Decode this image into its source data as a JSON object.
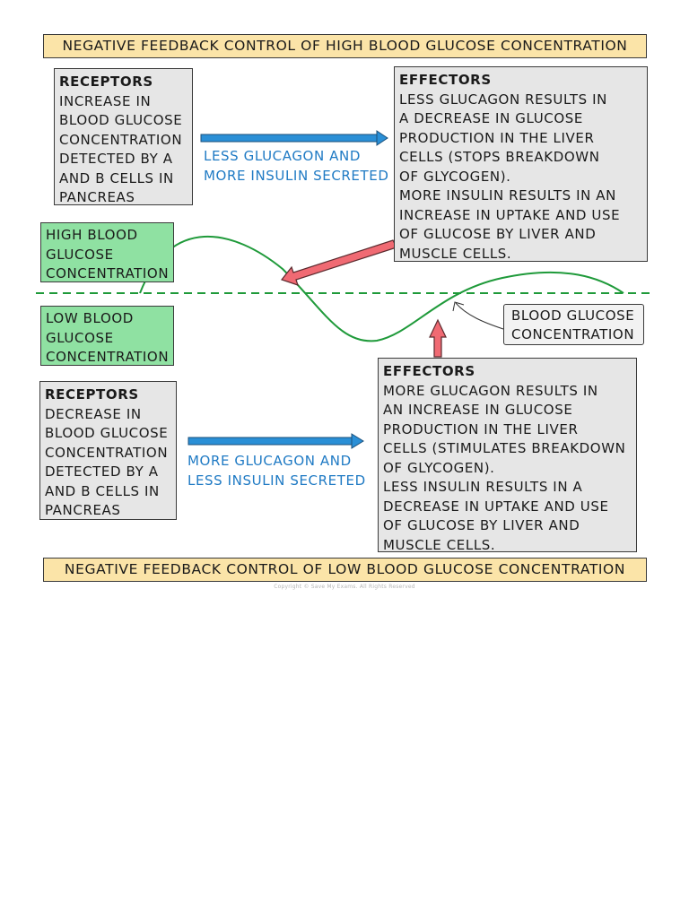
{
  "colors": {
    "banner_fill": "#fbe4a8",
    "box_fill": "#e6e6e6",
    "state_fill": "#8fe1a2",
    "curve": "#1f9a3a",
    "set_point_line": "#1f9a3a",
    "blue_arrow": "#2a8fd6",
    "red_arrow": "#f06a73",
    "label_blue": "#1f7ac4"
  },
  "top_banner": "NEGATIVE FEEDBACK CONTROL OF HIGH BLOOD GLUCOSE CONCENTRATION",
  "bottom_banner": "NEGATIVE FEEDBACK CONTROL OF LOW BLOOD GLUCOSE CONCENTRATION",
  "high": {
    "receptors": {
      "title": "RECEPTORS",
      "lines": [
        "INCREASE IN",
        "BLOOD GLUCOSE",
        "CONCENTRATION",
        "DETECTED BY α",
        "AND β CELLS IN",
        "PANCREAS"
      ]
    },
    "arrow_label": [
      "LESS GLUCAGON AND",
      "MORE INSULIN SECRETED"
    ],
    "effectors": {
      "title": "EFFECTORS",
      "lines": [
        "LESS GLUCAGON RESULTS IN",
        "A DECREASE IN GLUCOSE",
        "PRODUCTION IN THE LIVER",
        "CELLS (STOPS BREAKDOWN",
        "OF GLYCOGEN).",
        "MORE INSULIN RESULTS IN AN",
        "INCREASE IN UPTAKE AND USE",
        "OF GLUCOSE BY LIVER AND",
        "MUSCLE CELLS."
      ]
    },
    "state": [
      "HIGH BLOOD",
      "GLUCOSE",
      "CONCENTRATION"
    ]
  },
  "low": {
    "state": [
      "LOW BLOOD",
      "GLUCOSE",
      "CONCENTRATION"
    ],
    "receptors": {
      "title": "RECEPTORS",
      "lines": [
        "DECREASE IN",
        "BLOOD GLUCOSE",
        "CONCENTRATION",
        "DETECTED BY α",
        "AND β CELLS IN",
        "PANCREAS"
      ]
    },
    "arrow_label": [
      "MORE GLUCAGON AND",
      "LESS INSULIN SECRETED"
    ],
    "effectors": {
      "title": "EFFECTORS",
      "lines": [
        "MORE GLUCAGON RESULTS IN",
        "AN INCREASE IN GLUCOSE",
        "PRODUCTION IN THE LIVER",
        "CELLS (STIMULATES BREAKDOWN",
        "OF GLYCOGEN).",
        "LESS INSULIN RESULTS IN A",
        "DECREASE IN UPTAKE AND USE",
        "OF GLUCOSE BY LIVER AND",
        "MUSCLE CELLS."
      ]
    }
  },
  "curve_label": [
    "BLOOD GLUCOSE",
    "CONCENTRATION"
  ],
  "copyright": "Copyright © Save My Exams. All Rights Reserved"
}
